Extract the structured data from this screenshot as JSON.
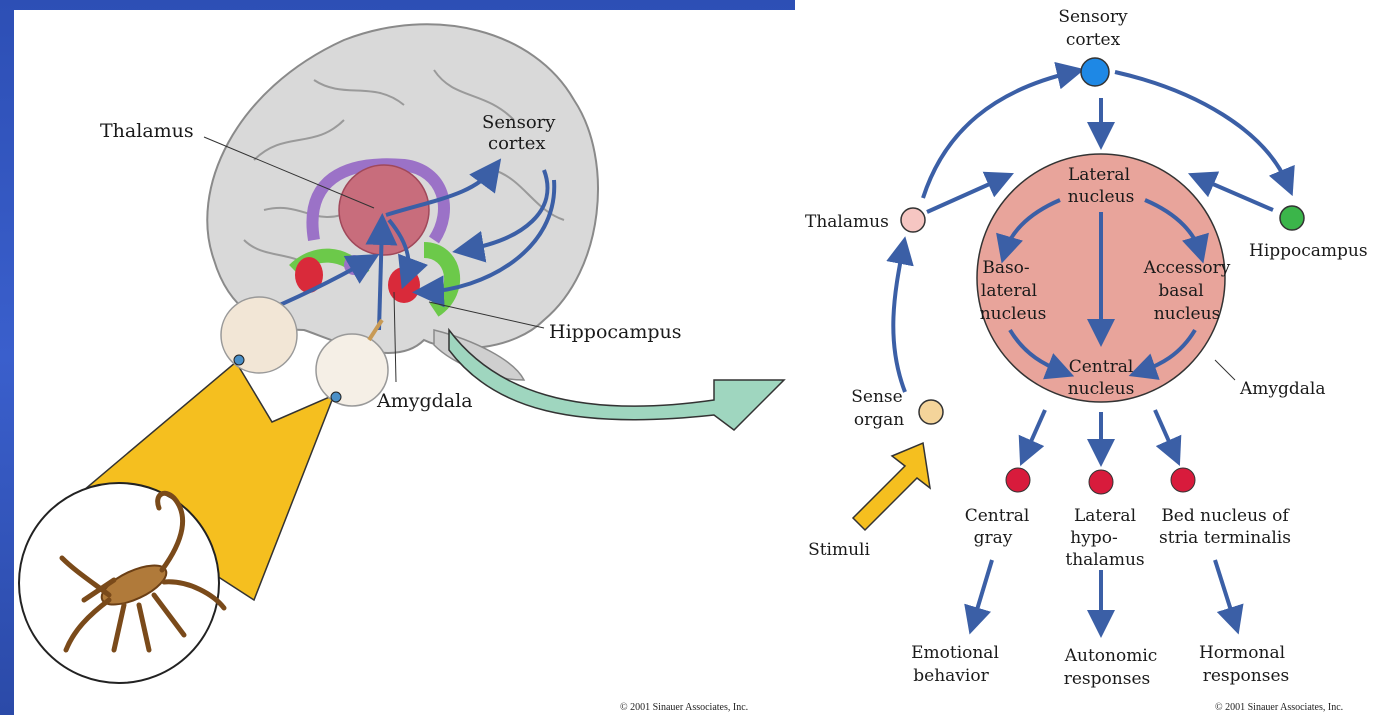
{
  "left_figure": {
    "labels": {
      "thalamus": "Thalamus",
      "sensory_cortex_line1": "Sensory",
      "sensory_cortex_line2": "cortex",
      "hippocampus": "Hippocampus",
      "amygdala": "Amygdala"
    },
    "copyright": "© 2001 Sinauer Associates, Inc."
  },
  "right_figure": {
    "sensory_cortex": [
      "Sensory",
      "cortex"
    ],
    "thalamus": "Thalamus",
    "hippocampus": "Hippocampus",
    "lateral_nucleus": [
      "Lateral",
      "nucleus"
    ],
    "basolateral_nucleus": [
      "Baso-",
      "lateral",
      "nucleus"
    ],
    "accessory_basal_nucleus": [
      "Accessory",
      "basal",
      "nucleus"
    ],
    "central_nucleus": [
      "Central",
      "nucleus"
    ],
    "amygdala": "Amygdala",
    "sense_organ": [
      "Sense",
      "organ"
    ],
    "stimuli": "Stimuli",
    "central_gray": [
      "Central",
      "gray"
    ],
    "lateral_hypothalamus": [
      "Lateral",
      "hypo-",
      "thalamus"
    ],
    "bed_nucleus": [
      "Bed nucleus of",
      "stria terminalis"
    ],
    "emotional_behavior": [
      "Emotional",
      "behavior"
    ],
    "autonomic_responses": [
      "Autonomic",
      "responses"
    ],
    "hormonal_responses": [
      "Hormonal",
      "responses"
    ],
    "copyright": "© 2001 Sinauer Associates, Inc."
  },
  "colors": {
    "background": "#3a5fcc",
    "arrow": "#3b5fa6",
    "amygdala_fill": "#e8a49b",
    "sensory_cortex_node": "#1e88e5",
    "thalamus_node": "#f6c6c2",
    "hippocampus_node": "#3bb54a",
    "sense_organ_node": "#f4d49a",
    "output_node": "#d81b3c",
    "stimulus_arrow": "#f5bf1f",
    "transition_arrow": "#9fd6bf"
  }
}
